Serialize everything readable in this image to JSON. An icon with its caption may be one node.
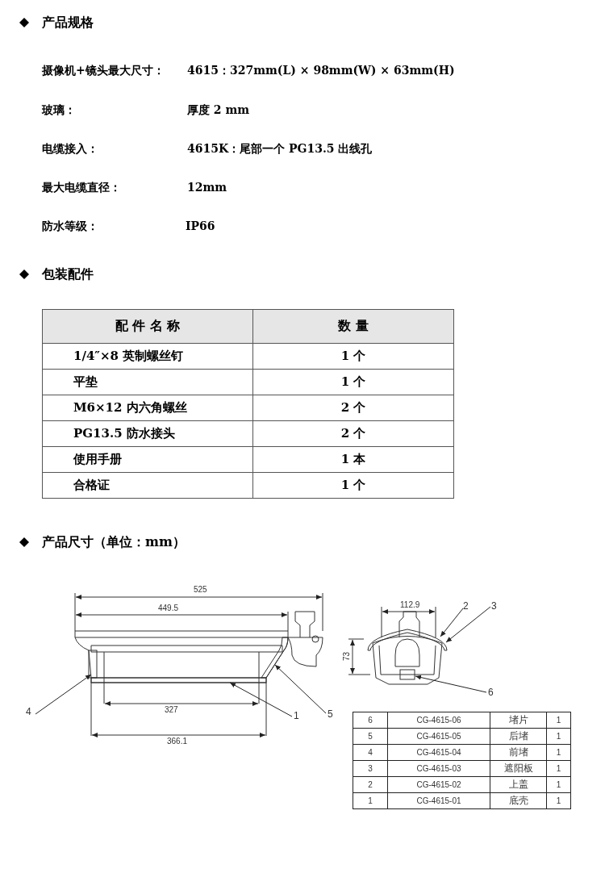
{
  "diagram": {
    "nodes": [
      {
        "text": [
          "2"
        ]
      },
      {
        "text": [
          "3"
        ]
      },
      {
        "text": [
          "6"
        ]
      },
      {
        "text": [
          "4"
        ]
      },
      {
        "text": [
          "5"
        ]
      },
      {
        "text": [
          "1"
        ]
      },
      {
        "text": [],
        "shape": "box"
      },
      {
        "text": [],
        "shape": "box"
      },
      {
        "text": [],
        "shape": "picture"
      },
      {
        "text": [],
        "shape": "picture"
      },
      {
        "text": [],
        "shape": "picture"
      },
      {
        "text": [],
        "shape": "box",
        "in": 10
      }
    ],
    "edges": [
      {
        "from": 0,
        "to": 10,
        "arrow": "to"
      },
      {
        "from": 1,
        "to": 9,
        "arrow": "to"
      },
      {
        "from": 2,
        "to": 11,
        "arrow": "to"
      },
      {
        "from": 3,
        "to": 6,
        "arrow": "to"
      },
      {
        "from": 4,
        "to": 8,
        "arrow": "to"
      },
      {
        "from": 5,
        "to": 7,
        "arrow": "to"
      }
    ],
    "labels": [
      "产品规格",
      "摄像机+镜头最大尺寸：",
      "4615：327mm(L) × 98mm(W) × 63mm(H)",
      "玻璃：",
      "厚度 2 mm",
      "电缆接入：",
      "4615K：尾部一个 PG13.5 出线孔",
      "最大电缆直径：",
      "12mm",
      "防水等级：",
      "IP66",
      "包装配件",
      "配 件 名 称",
      "数 量",
      "1/4″×8 英制螺丝钉",
      "1 个",
      "平垫",
      "1 个",
      "M6×12 内六角螺丝",
      "2 个",
      "PG13.5 防水接头",
      "2 个",
      "使用手册",
      "1 本",
      "合格证",
      "1 个",
      "产品尺寸（单位：mm）",
      "525",
      "449.5",
      "112.9",
      "73",
      "327",
      "366.1",
      "6",
      "CG-4615-06",
      "堵片",
      "1",
      "5",
      "CG-4615-05",
      "后堵",
      "1",
      "4",
      "CG-4615-04",
      "前堵",
      "1",
      "3",
      "CG-4615-03",
      "遮阳板",
      "1",
      "2",
      "CG-4615-02",
      "上盖",
      "1",
      "1",
      "CG-4615-01",
      "底壳",
      "1"
    ]
  }
}
